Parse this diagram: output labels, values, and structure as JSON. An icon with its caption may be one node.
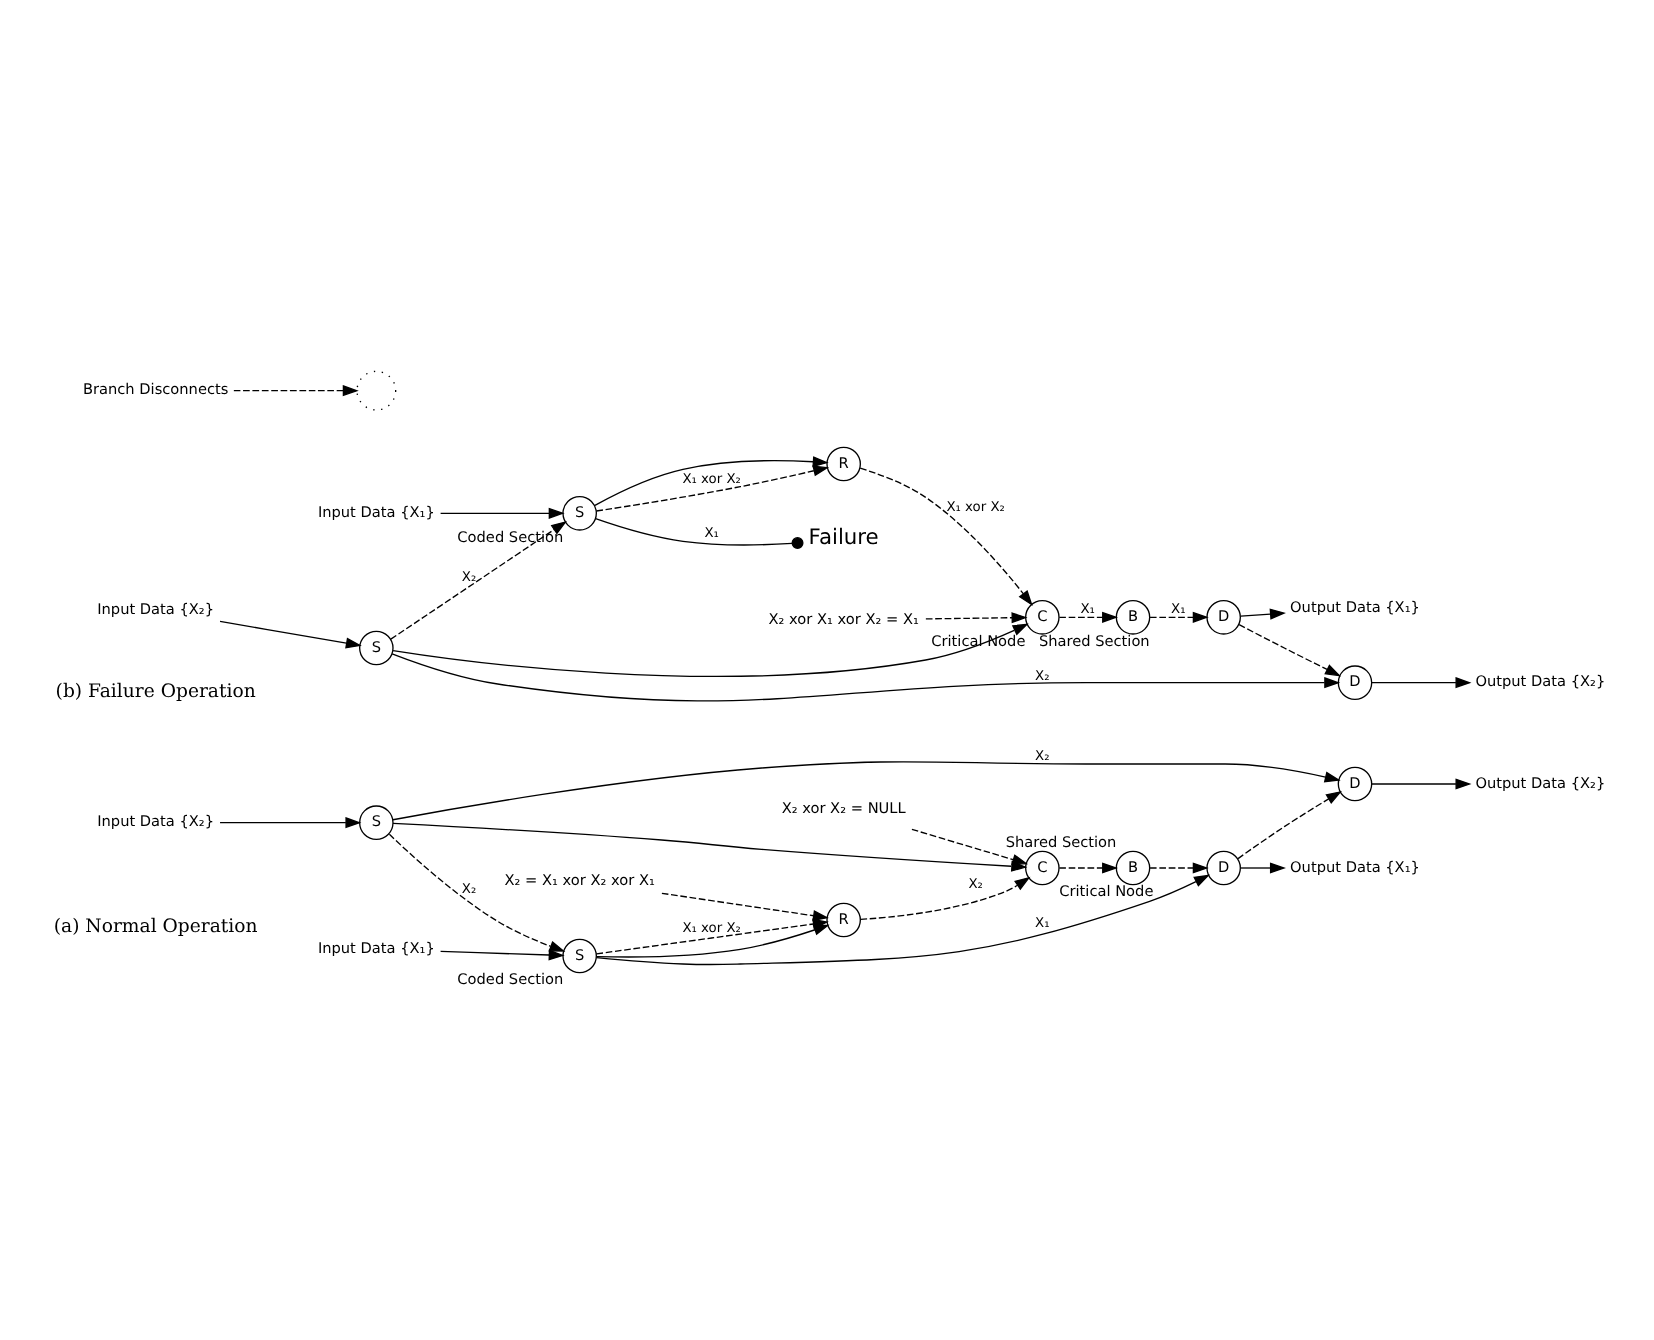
{
  "diagram": {
    "nodes": [
      {
        "text": [
          "Input Data {X₂}"
        ]
      },
      {
        "text": [
          "S"
        ]
      },
      {
        "text": [
          "S"
        ],
        "beside": [
          "Coded Section"
        ]
      },
      {
        "text": [
          "R"
        ]
      },
      {
        "text": [
          "C"
        ],
        "beside": [
          "Critical Node"
        ]
      },
      {
        "text": [
          "B"
        ],
        "beside": [
          "Shared Section"
        ]
      },
      {
        "text": [
          "D"
        ]
      },
      {
        "text": [
          "D"
        ]
      },
      {
        "text": [
          "Input Data {X₁}"
        ]
      },
      {
        "text": [
          "Output Data {X₂}"
        ]
      },
      {
        "text": [
          "Output Data {X₁}"
        ]
      },
      {
        "text": [
          "X₂ xor X₂ = NULL"
        ]
      },
      {
        "text": [
          "X₂ = X₁ xor X₂ xor X₁"
        ]
      },
      {
        "text": [
          "Input Data {X₂}"
        ]
      },
      {
        "text": [
          "S"
        ]
      },
      {
        "text": [
          "S"
        ],
        "beside": [
          "Coded Section"
        ]
      },
      {
        "text": [
          "R"
        ]
      },
      {
        "text": [
          "C"
        ],
        "beside": [
          "Critical Node"
        ]
      },
      {
        "text": [
          "B"
        ],
        "beside": [
          "Shared Section"
        ]
      },
      {
        "text": [
          "D"
        ]
      },
      {
        "text": [
          "D"
        ]
      },
      {
        "text": [
          "Input Data {X₁}"
        ]
      },
      {
        "text": [
          "Output Data {X₂}"
        ]
      },
      {
        "text": [
          "Output Data {X₁}"
        ]
      },
      {
        "text": [
          "X₂ xor X₁ xor X₂ = X₁"
        ]
      },
      {
        "text": [
          "Branch Disconnects"
        ]
      },
      {
        "text": [],
        "shape": "circle"
      },
      {
        "text": [
          "Failure"
        ]
      }
    ],
    "edges": [
      {
        "from": 0,
        "to": 1,
        "arrow": "to"
      },
      {
        "from": 1,
        "to": 2,
        "arrow": "to",
        "label": "X₂",
        "style": "dashed"
      },
      {
        "from": 2,
        "to": 3,
        "arrow": "to",
        "label": "X₁ xor X₂",
        "style": "dashed"
      },
      {
        "from": 3,
        "to": 4,
        "arrow": "to",
        "label": "X₂",
        "style": "dashed"
      },
      {
        "from": 4,
        "to": 5,
        "arrow": "to",
        "style": "dashed"
      },
      {
        "from": 5,
        "to": 6,
        "arrow": "to",
        "style": "dashed"
      },
      {
        "from": 6,
        "to": 7,
        "arrow": "to",
        "style": "dashed"
      },
      {
        "from": 8,
        "to": 2,
        "arrow": "to"
      },
      {
        "from": 2,
        "to": 6,
        "arrow": "to",
        "label": "X₁"
      },
      {
        "from": 2,
        "to": 3,
        "arrow": "to"
      },
      {
        "from": 1,
        "to": 7,
        "arrow": "to",
        "label": "X₂"
      },
      {
        "from": 1,
        "to": 4,
        "arrow": "to"
      },
      {
        "from": 7,
        "to": 9,
        "arrow": "to"
      },
      {
        "from": 6,
        "to": 10,
        "arrow": "to"
      },
      {
        "from": 11,
        "to": 4,
        "arrow": "to",
        "style": "dashed"
      },
      {
        "from": 12,
        "to": 3,
        "arrow": "to",
        "style": "dashed"
      },
      {
        "from": 13,
        "to": 14,
        "arrow": "to"
      },
      {
        "from": 14,
        "to": 15,
        "arrow": "to",
        "label": "X₂",
        "style": "dashed"
      },
      {
        "from": 15,
        "to": 16,
        "arrow": "to",
        "label": "X₁ xor X₂",
        "style": "dashed"
      },
      {
        "from": 16,
        "to": 17,
        "arrow": "to",
        "label": "X₁ xor X₂",
        "style": "dashed"
      },
      {
        "from": 17,
        "to": 18,
        "arrow": "to",
        "label": "X₁",
        "style": "dashed"
      },
      {
        "from": 18,
        "to": 19,
        "arrow": "to",
        "label": "X₁",
        "style": "dashed"
      },
      {
        "from": 19,
        "to": 20,
        "arrow": "to",
        "style": "dashed"
      },
      {
        "from": 21,
        "to": 15,
        "arrow": "to"
      },
      {
        "from": 15,
        "to": 27,
        "arrow": "other",
        "label": "X₁"
      },
      {
        "from": 15,
        "to": 16,
        "arrow": "to"
      },
      {
        "from": 14,
        "to": 20,
        "arrow": "to",
        "label": "X₂"
      },
      {
        "from": 14,
        "to": 17,
        "arrow": "to"
      },
      {
        "from": 20,
        "to": 22,
        "arrow": "to"
      },
      {
        "from": 19,
        "to": 23,
        "arrow": "to"
      },
      {
        "from": 24,
        "to": 17,
        "arrow": "to",
        "style": "dashed"
      },
      {
        "from": 25,
        "to": 26,
        "arrow": "to",
        "style": "dashed"
      }
    ],
    "labels": [
      "(a) Normal Operation",
      "(b) Failure Operation"
    ]
  }
}
